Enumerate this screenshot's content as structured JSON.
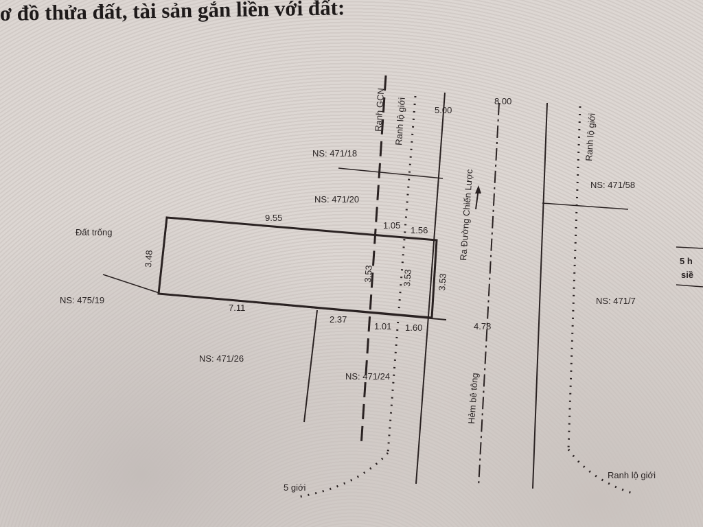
{
  "heading": "ơ đồ thửa đất, tài sản gắn liền với đất:",
  "labels": {
    "dat_trong": "Đất trống",
    "ns_475_19": "NS: 475/19",
    "ns_471_26": "NS: 471/26",
    "ns_471_24": "NS: 471/24",
    "ns_471_18": "NS: 471/18",
    "ns_471_20": "NS: 471/20",
    "ns_471_58": "NS: 471/58",
    "ns_471_7": "NS: 471/7",
    "ranh_gcn": "Ranh GCN",
    "ranh_lo_gioi_1": "Ranh lộ giới",
    "ranh_lo_gioi_2": "Ranh lộ giới",
    "ranh_lo_gioi_3": "Ranh lộ giới",
    "lo_gioi_partial": "5 giới",
    "ra_duong": "Ra Đường Chiến Lược",
    "hem": "Hẻm bê tông",
    "edge_partial_1": "5 h",
    "edge_partial_2": "siề"
  },
  "dimensions": {
    "top": "9.55",
    "top_mid": "1.05",
    "top_right": "1.56",
    "left": "3.48",
    "bottom": "7.11",
    "bottom_mid": "2.37",
    "bottom_r1": "1.01",
    "bottom_r2": "1.60",
    "inner1": "3.53",
    "inner2": "3.53",
    "right": "3.53",
    "road_top": "5.00",
    "road_top2": "8.00",
    "road_width": "4.78"
  }
}
